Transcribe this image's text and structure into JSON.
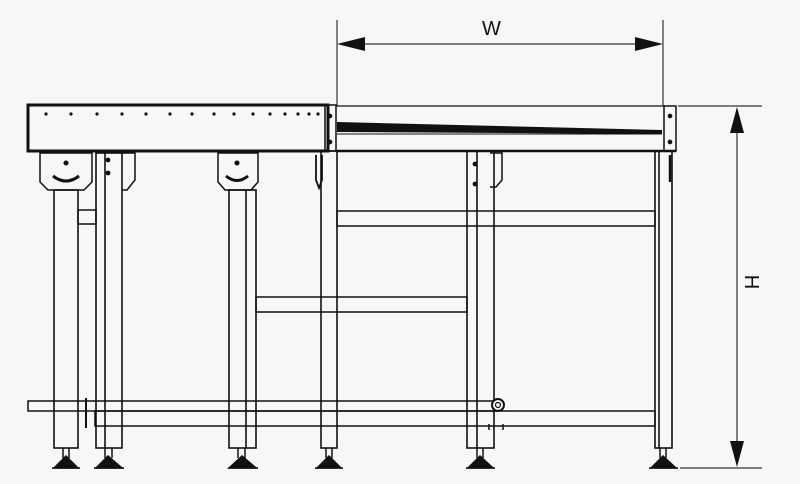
{
  "diagram": {
    "type": "technical-drawing",
    "subject": "conveyor section side elevation",
    "dimensions": {
      "width_label": "W",
      "height_label": "H"
    },
    "colors": {
      "background": "#f7f7f7",
      "line": "#111111"
    }
  }
}
